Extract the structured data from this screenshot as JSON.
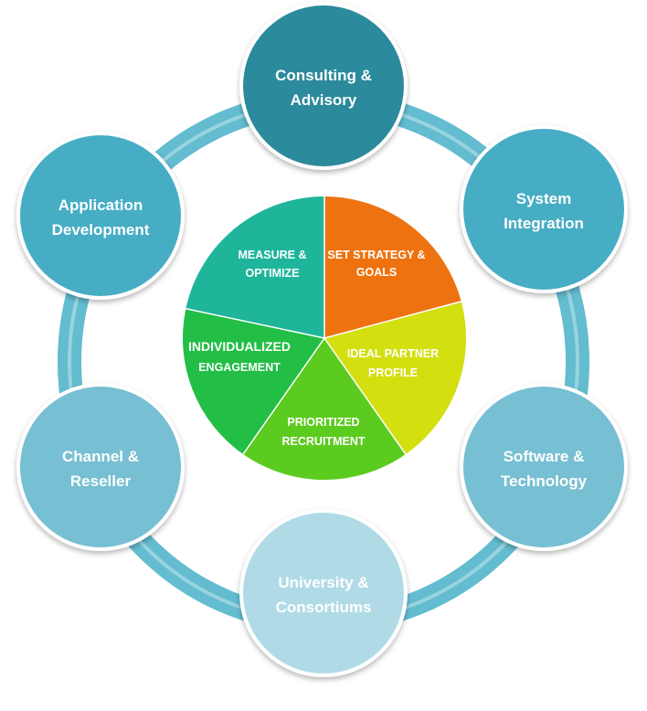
{
  "ring_color": "#63bcd0",
  "nodes": [
    {
      "id": "consulting",
      "lines": [
        "Consulting &",
        "Advisory"
      ],
      "color": "#2b8a9b"
    },
    {
      "id": "system",
      "lines": [
        "System",
        "Integration"
      ],
      "color": "#46adc4"
    },
    {
      "id": "software",
      "lines": [
        "Software &",
        "Technology"
      ],
      "color": "#77bfd2"
    },
    {
      "id": "university",
      "lines": [
        "University &",
        "Consortiums"
      ],
      "color": "#b0dbe6"
    },
    {
      "id": "channel",
      "lines": [
        "Channel &",
        "Reseller"
      ],
      "color": "#77bfd2"
    },
    {
      "id": "application",
      "lines": [
        "Application",
        "Development"
      ],
      "color": "#46adc4"
    }
  ],
  "segments": [
    {
      "id": "set-strategy",
      "lines": [
        "SET STRATEGY &",
        "GOALS"
      ],
      "color": "#ee7310"
    },
    {
      "id": "ideal-partner",
      "lines": [
        "IDEAL PARTNER",
        "PROFILE"
      ],
      "color": "#d3df0f"
    },
    {
      "id": "prioritized",
      "lines": [
        "PRIORITIZED",
        "RECRUITMENT"
      ],
      "color": "#5ccb1f"
    },
    {
      "id": "individualized",
      "lines": [
        "INDIVIDUALIZED",
        "ENGAGEMENT"
      ],
      "color": "#22be45"
    },
    {
      "id": "measure",
      "lines": [
        "MEASURE &",
        "OPTIMIZE"
      ],
      "color": "#1eb59b"
    }
  ]
}
